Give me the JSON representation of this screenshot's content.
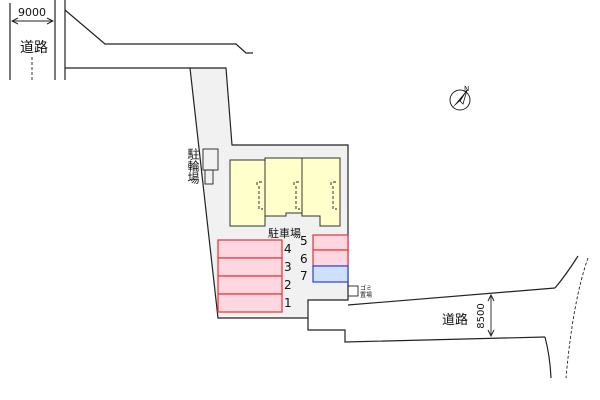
{
  "dimensions": {
    "top_road_width": "9000",
    "right_road_width": "8500"
  },
  "roads": {
    "top_label": "道路",
    "right_label": "道路"
  },
  "facilities": {
    "bicycle_parking": "駐輪場",
    "garbage_line1": "ゴミ",
    "garbage_line2": "置場"
  },
  "parking": {
    "title": "駐車場",
    "spaces": [
      {
        "label": "1",
        "fill": "#ffd7e1"
      },
      {
        "label": "2",
        "fill": "#ffd7e1"
      },
      {
        "label": "3",
        "fill": "#ffd7e1"
      },
      {
        "label": "4",
        "fill": "#ffd7e1"
      },
      {
        "label": "5",
        "fill": "#ffd7e1"
      },
      {
        "label": "6",
        "fill": "#ffd7e1"
      },
      {
        "label": "7",
        "fill": "#cfe0ff"
      }
    ]
  },
  "north_arrow": {
    "icon": "north-arrow-icon",
    "label": "N"
  },
  "colors": {
    "lot": "#f1f1f1",
    "building": "#ffffcc",
    "shed": "#ffffff",
    "garbage": "#ffffff"
  }
}
